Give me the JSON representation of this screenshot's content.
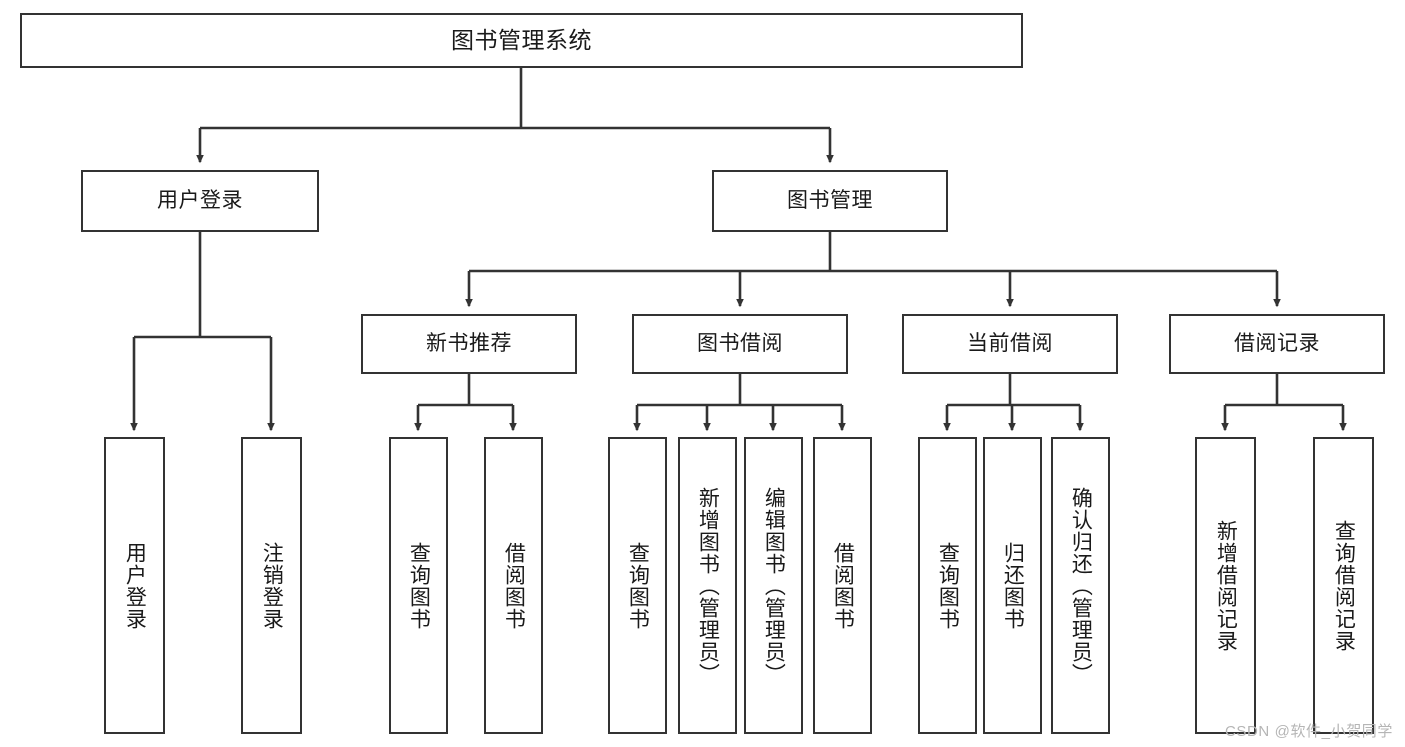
{
  "diagram": {
    "kind": "tree-hierarchy-chart",
    "title_text": "图书管理系统",
    "watermark": "CSDN @软件_小贺同学",
    "colors": {
      "box_border": "#333333",
      "box_fill": "#ffffff",
      "connector": "#333333",
      "text": "#1a1a1a",
      "watermark": "#b5b5b5",
      "background": "#ffffff"
    },
    "root": {
      "id": "root",
      "label": "图书管理系统",
      "orientation": "horizontal"
    },
    "level1": [
      {
        "id": "user-login",
        "label": "用户登录",
        "orientation": "horizontal"
      },
      {
        "id": "book-management",
        "label": "图书管理",
        "orientation": "horizontal"
      }
    ],
    "level2": [
      {
        "id": "new-book-recommend",
        "label": "新书推荐",
        "orientation": "horizontal",
        "parent": "book-management"
      },
      {
        "id": "book-borrow",
        "label": "图书借阅",
        "orientation": "horizontal",
        "parent": "book-management"
      },
      {
        "id": "current-borrow",
        "label": "当前借阅",
        "orientation": "horizontal",
        "parent": "book-management"
      },
      {
        "id": "borrow-record",
        "label": "借阅记录",
        "orientation": "horizontal",
        "parent": "book-management"
      }
    ],
    "leaves": [
      {
        "id": "leaf-user-login",
        "label": "用户登录",
        "parent": "user-login",
        "orientation": "vertical"
      },
      {
        "id": "leaf-user-logout",
        "label": "注销登录",
        "parent": "user-login",
        "orientation": "vertical"
      },
      {
        "id": "leaf-query-book-1",
        "label": "查询图书",
        "parent": "new-book-recommend",
        "orientation": "vertical"
      },
      {
        "id": "leaf-borrow-book-1",
        "label": "借阅图书",
        "parent": "new-book-recommend",
        "orientation": "vertical"
      },
      {
        "id": "leaf-query-book-2",
        "label": "查询图书",
        "parent": "book-borrow",
        "orientation": "vertical"
      },
      {
        "id": "leaf-add-book",
        "label": "新增图书（管理员）",
        "parent": "book-borrow",
        "orientation": "vertical"
      },
      {
        "id": "leaf-edit-book",
        "label": "编辑图书（管理员）",
        "parent": "book-borrow",
        "orientation": "vertical"
      },
      {
        "id": "leaf-borrow-book-2",
        "label": "借阅图书",
        "parent": "book-borrow",
        "orientation": "vertical"
      },
      {
        "id": "leaf-query-book-3",
        "label": "查询图书",
        "parent": "current-borrow",
        "orientation": "vertical"
      },
      {
        "id": "leaf-return-book",
        "label": "归还图书",
        "parent": "current-borrow",
        "orientation": "vertical"
      },
      {
        "id": "leaf-confirm-return",
        "label": "确认归还（管理员）",
        "parent": "current-borrow",
        "orientation": "vertical"
      },
      {
        "id": "leaf-add-record",
        "label": "新增借阅记录",
        "parent": "borrow-record",
        "orientation": "vertical"
      },
      {
        "id": "leaf-query-record",
        "label": "查询借阅记录",
        "parent": "borrow-record",
        "orientation": "vertical"
      }
    ]
  }
}
